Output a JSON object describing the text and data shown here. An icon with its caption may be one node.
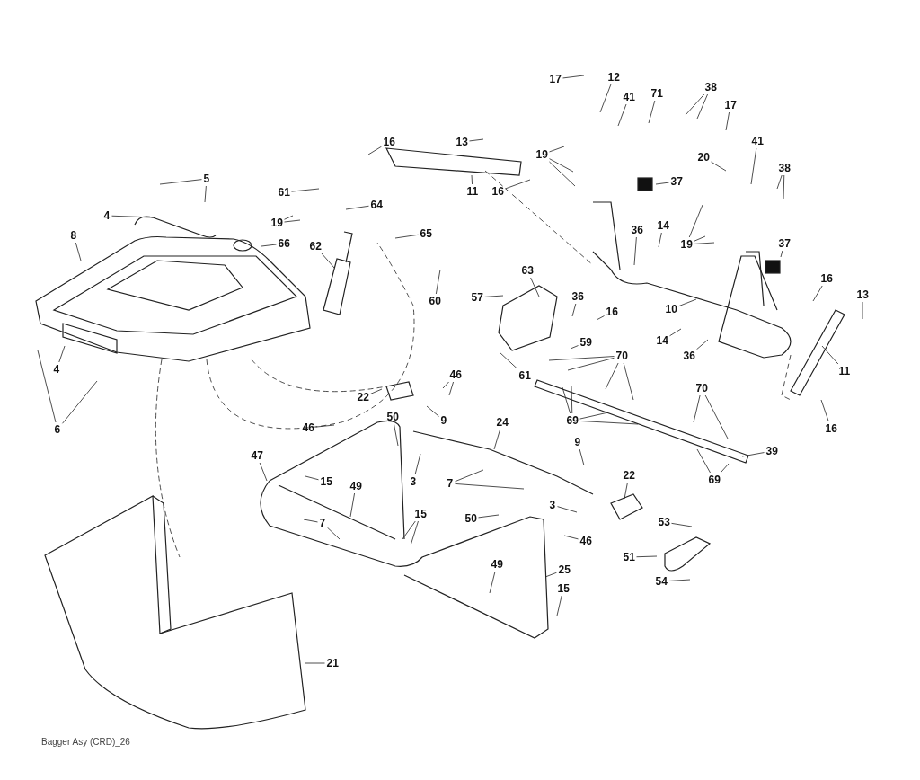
{
  "diagram": {
    "caption": "Bagger Asy (CRD)_26",
    "nodes": [
      {
        "text": [
          "17"
        ]
      },
      {
        "text": [
          "12"
        ]
      },
      {
        "text": [
          "41"
        ]
      },
      {
        "text": [
          "71"
        ]
      },
      {
        "text": [
          "38"
        ]
      },
      {
        "text": [
          "17"
        ]
      },
      {
        "text": [
          "41"
        ]
      },
      {
        "text": [
          "20"
        ]
      },
      {
        "text": [
          "38"
        ]
      },
      {
        "text": [
          "19"
        ]
      },
      {
        "text": [
          "37"
        ]
      },
      {
        "text": [
          "19"
        ]
      },
      {
        "text": [
          "37"
        ]
      },
      {
        "text": [
          "16"
        ]
      },
      {
        "text": [
          "13"
        ]
      },
      {
        "text": [
          "11"
        ]
      },
      {
        "text": [
          "16"
        ]
      },
      {
        "text": [
          "36"
        ]
      },
      {
        "text": [
          "14"
        ]
      },
      {
        "text": [
          "10"
        ]
      },
      {
        "text": [
          "14"
        ]
      },
      {
        "text": [
          "36"
        ]
      },
      {
        "text": [
          "16"
        ]
      },
      {
        "text": [
          "13"
        ]
      },
      {
        "text": [
          "11"
        ]
      },
      {
        "text": [
          "16"
        ]
      },
      {
        "text": [
          "5"
        ]
      },
      {
        "text": [
          "4"
        ]
      },
      {
        "text": [
          "8"
        ]
      },
      {
        "text": [
          "66"
        ]
      },
      {
        "text": [
          "61"
        ]
      },
      {
        "text": [
          "19"
        ]
      },
      {
        "text": [
          "64"
        ]
      },
      {
        "text": [
          "65"
        ]
      },
      {
        "text": [
          "62"
        ]
      },
      {
        "text": [
          "60"
        ]
      },
      {
        "text": [
          "4"
        ]
      },
      {
        "text": [
          "6"
        ]
      },
      {
        "text": [
          "57"
        ]
      },
      {
        "text": [
          "63"
        ]
      },
      {
        "text": [
          "36"
        ]
      },
      {
        "text": [
          "16"
        ]
      },
      {
        "text": [
          "59"
        ]
      },
      {
        "text": [
          "61"
        ]
      },
      {
        "text": [
          "70"
        ]
      },
      {
        "text": [
          "69"
        ]
      },
      {
        "text": [
          "70"
        ]
      },
      {
        "text": [
          "69"
        ]
      },
      {
        "text": [
          "39"
        ]
      },
      {
        "text": [
          "22"
        ]
      },
      {
        "text": [
          "46"
        ]
      },
      {
        "text": [
          "9"
        ]
      },
      {
        "text": [
          "46"
        ]
      },
      {
        "text": [
          "50"
        ]
      },
      {
        "text": [
          "3"
        ]
      },
      {
        "text": [
          "24"
        ]
      },
      {
        "text": [
          "7"
        ]
      },
      {
        "text": [
          "47"
        ]
      },
      {
        "text": [
          "15"
        ]
      },
      {
        "text": [
          "49"
        ]
      },
      {
        "text": [
          "7"
        ]
      },
      {
        "text": [
          "15"
        ]
      },
      {
        "text": [
          "9"
        ]
      },
      {
        "text": [
          "22"
        ]
      },
      {
        "text": [
          "3"
        ]
      },
      {
        "text": [
          "50"
        ]
      },
      {
        "text": [
          "46"
        ]
      },
      {
        "text": [
          "49"
        ]
      },
      {
        "text": [
          "25"
        ]
      },
      {
        "text": [
          "15"
        ]
      },
      {
        "text": [
          "53"
        ]
      },
      {
        "text": [
          "51"
        ]
      },
      {
        "text": [
          "54"
        ]
      },
      {
        "text": [
          "21"
        ]
      }
    ],
    "edges": [
      {
        "from": 0,
        "to": null,
        "arrow": "none"
      },
      {
        "from": 1,
        "to": null,
        "arrow": "none"
      },
      {
        "from": 2,
        "to": null,
        "arrow": "none"
      },
      {
        "from": 3,
        "to": null,
        "arrow": "none"
      },
      {
        "from": 4,
        "to": null,
        "arrow": "none"
      },
      {
        "from": 4,
        "to": null,
        "arrow": "none"
      },
      {
        "from": 5,
        "to": null,
        "arrow": "none"
      },
      {
        "from": 6,
        "to": null,
        "arrow": "none"
      },
      {
        "from": 7,
        "to": null,
        "arrow": "none"
      },
      {
        "from": 8,
        "to": null,
        "arrow": "none"
      },
      {
        "from": 8,
        "to": null,
        "arrow": "none"
      },
      {
        "from": 9,
        "to": null,
        "arrow": "none"
      },
      {
        "from": 9,
        "to": null,
        "arrow": "none"
      },
      {
        "from": 9,
        "to": null,
        "arrow": "none"
      },
      {
        "from": 10,
        "to": null,
        "arrow": "none"
      },
      {
        "from": 11,
        "to": null,
        "arrow": "none"
      },
      {
        "from": 11,
        "to": null,
        "arrow": "none"
      },
      {
        "from": 11,
        "to": null,
        "arrow": "none"
      },
      {
        "from": 12,
        "to": null,
        "arrow": "none"
      },
      {
        "from": 13,
        "to": null,
        "arrow": "none"
      },
      {
        "from": 14,
        "to": null,
        "arrow": "none"
      },
      {
        "from": 15,
        "to": null,
        "arrow": "none"
      },
      {
        "from": 16,
        "to": null,
        "arrow": "none"
      },
      {
        "from": 17,
        "to": null,
        "arrow": "none"
      },
      {
        "from": 18,
        "to": null,
        "arrow": "none"
      },
      {
        "from": 19,
        "to": null,
        "arrow": "none"
      },
      {
        "from": 20,
        "to": null,
        "arrow": "none"
      },
      {
        "from": 21,
        "to": null,
        "arrow": "none"
      },
      {
        "from": 22,
        "to": null,
        "arrow": "none"
      },
      {
        "from": 23,
        "to": null,
        "arrow": "none"
      },
      {
        "from": 24,
        "to": null,
        "arrow": "none"
      },
      {
        "from": 25,
        "to": null,
        "arrow": "none"
      },
      {
        "from": 26,
        "to": null,
        "arrow": "none"
      },
      {
        "from": 26,
        "to": null,
        "arrow": "none"
      },
      {
        "from": 27,
        "to": null,
        "arrow": "none"
      },
      {
        "from": 28,
        "to": null,
        "arrow": "none"
      },
      {
        "from": 29,
        "to": null,
        "arrow": "none"
      },
      {
        "from": 30,
        "to": null,
        "arrow": "none"
      },
      {
        "from": 31,
        "to": null,
        "arrow": "none"
      },
      {
        "from": 31,
        "to": null,
        "arrow": "none"
      },
      {
        "from": 32,
        "to": null,
        "arrow": "none"
      },
      {
        "from": 33,
        "to": null,
        "arrow": "none"
      },
      {
        "from": 34,
        "to": null,
        "arrow": "none"
      },
      {
        "from": 35,
        "to": null,
        "arrow": "none"
      },
      {
        "from": 36,
        "to": null,
        "arrow": "none"
      },
      {
        "from": 37,
        "to": null,
        "arrow": "none"
      },
      {
        "from": 37,
        "to": null,
        "arrow": "none"
      },
      {
        "from": 38,
        "to": null,
        "arrow": "none"
      },
      {
        "from": 39,
        "to": null,
        "arrow": "none"
      },
      {
        "from": 40,
        "to": null,
        "arrow": "none"
      },
      {
        "from": 41,
        "to": null,
        "arrow": "none"
      },
      {
        "from": 42,
        "to": null,
        "arrow": "none"
      },
      {
        "from": 43,
        "to": null,
        "arrow": "none"
      },
      {
        "from": 44,
        "to": null,
        "arrow": "none"
      },
      {
        "from": 44,
        "to": null,
        "arrow": "none"
      },
      {
        "from": 44,
        "to": null,
        "arrow": "none"
      },
      {
        "from": 44,
        "to": null,
        "arrow": "none"
      },
      {
        "from": 45,
        "to": null,
        "arrow": "none"
      },
      {
        "from": 45,
        "to": null,
        "arrow": "none"
      },
      {
        "from": 45,
        "to": null,
        "arrow": "none"
      },
      {
        "from": 45,
        "to": null,
        "arrow": "none"
      },
      {
        "from": 46,
        "to": null,
        "arrow": "none"
      },
      {
        "from": 46,
        "to": null,
        "arrow": "none"
      },
      {
        "from": 47,
        "to": null,
        "arrow": "none"
      },
      {
        "from": 47,
        "to": null,
        "arrow": "none"
      },
      {
        "from": 48,
        "to": null,
        "arrow": "none"
      },
      {
        "from": 49,
        "to": null,
        "arrow": "none"
      },
      {
        "from": 50,
        "to": null,
        "arrow": "none"
      },
      {
        "from": 50,
        "to": null,
        "arrow": "none"
      },
      {
        "from": 51,
        "to": null,
        "arrow": "none"
      },
      {
        "from": 52,
        "to": null,
        "arrow": "none"
      },
      {
        "from": 53,
        "to": null,
        "arrow": "none"
      },
      {
        "from": 54,
        "to": null,
        "arrow": "none"
      },
      {
        "from": 55,
        "to": null,
        "arrow": "none"
      },
      {
        "from": 56,
        "to": null,
        "arrow": "none"
      },
      {
        "from": 56,
        "to": null,
        "arrow": "none"
      },
      {
        "from": 57,
        "to": null,
        "arrow": "none"
      },
      {
        "from": 58,
        "to": null,
        "arrow": "none"
      },
      {
        "from": 59,
        "to": null,
        "arrow": "none"
      },
      {
        "from": 60,
        "to": null,
        "arrow": "none"
      },
      {
        "from": 60,
        "to": null,
        "arrow": "none"
      },
      {
        "from": 61,
        "to": null,
        "arrow": "none"
      },
      {
        "from": 61,
        "to": null,
        "arrow": "none"
      },
      {
        "from": 62,
        "to": null,
        "arrow": "none"
      },
      {
        "from": 63,
        "to": null,
        "arrow": "none"
      },
      {
        "from": 64,
        "to": null,
        "arrow": "none"
      },
      {
        "from": 65,
        "to": null,
        "arrow": "none"
      },
      {
        "from": 66,
        "to": null,
        "arrow": "none"
      },
      {
        "from": 67,
        "to": null,
        "arrow": "none"
      },
      {
        "from": 68,
        "to": null,
        "arrow": "none"
      },
      {
        "from": 69,
        "to": null,
        "arrow": "none"
      },
      {
        "from": 70,
        "to": null,
        "arrow": "none"
      },
      {
        "from": 71,
        "to": null,
        "arrow": "none"
      },
      {
        "from": 72,
        "to": null,
        "arrow": "none"
      },
      {
        "from": 73,
        "to": null,
        "arrow": "none"
      }
    ]
  }
}
